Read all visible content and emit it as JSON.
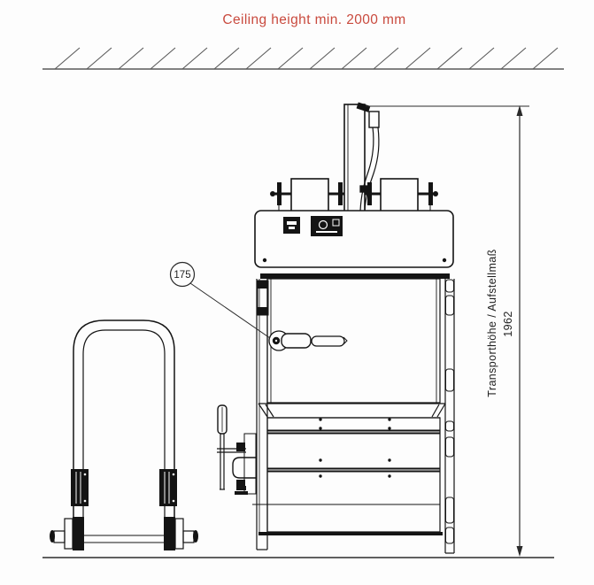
{
  "title": {
    "text": "Ceiling height min. 2000 mm"
  },
  "annotations": {
    "balloon_label": "175",
    "dimension_label": "Transporthöhe / Aufstellmaß",
    "dimension_value": "1962"
  },
  "colors": {
    "accent_red": "#c94a3e",
    "drawing_line": "#141414",
    "guide_line": "#555555"
  },
  "icons": {
    "ceiling": "hatched-ceiling-line",
    "floor": "floor-line",
    "head_left_plate": "info-plate-icon",
    "head_right_plate": "control-label-icon",
    "balloon": "part-callout-balloon"
  }
}
